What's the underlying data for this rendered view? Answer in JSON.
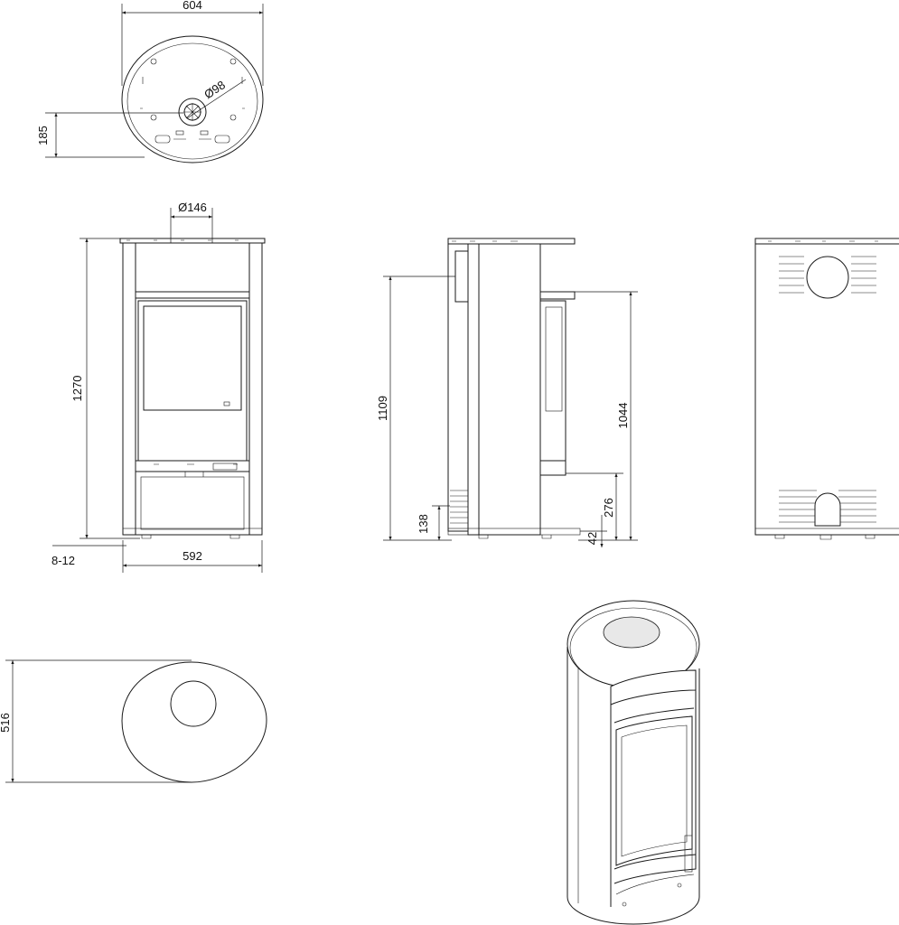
{
  "dimensions": {
    "top_width": "604",
    "top_depth": "185",
    "flue_top_diameter": "Ø98",
    "flue_front_diameter": "Ø146",
    "height_total": "1270",
    "feet_adjust": "8-12",
    "front_width": "592",
    "side_flue_height": "1109",
    "side_air_height": "138",
    "side_door_height": "1044",
    "side_ash_height": "276",
    "side_foot_height": "42",
    "lower_depth": "516"
  },
  "colors": {
    "line": "#1a1a1a",
    "background": "#ffffff",
    "panel": "#e8e8e8"
  }
}
